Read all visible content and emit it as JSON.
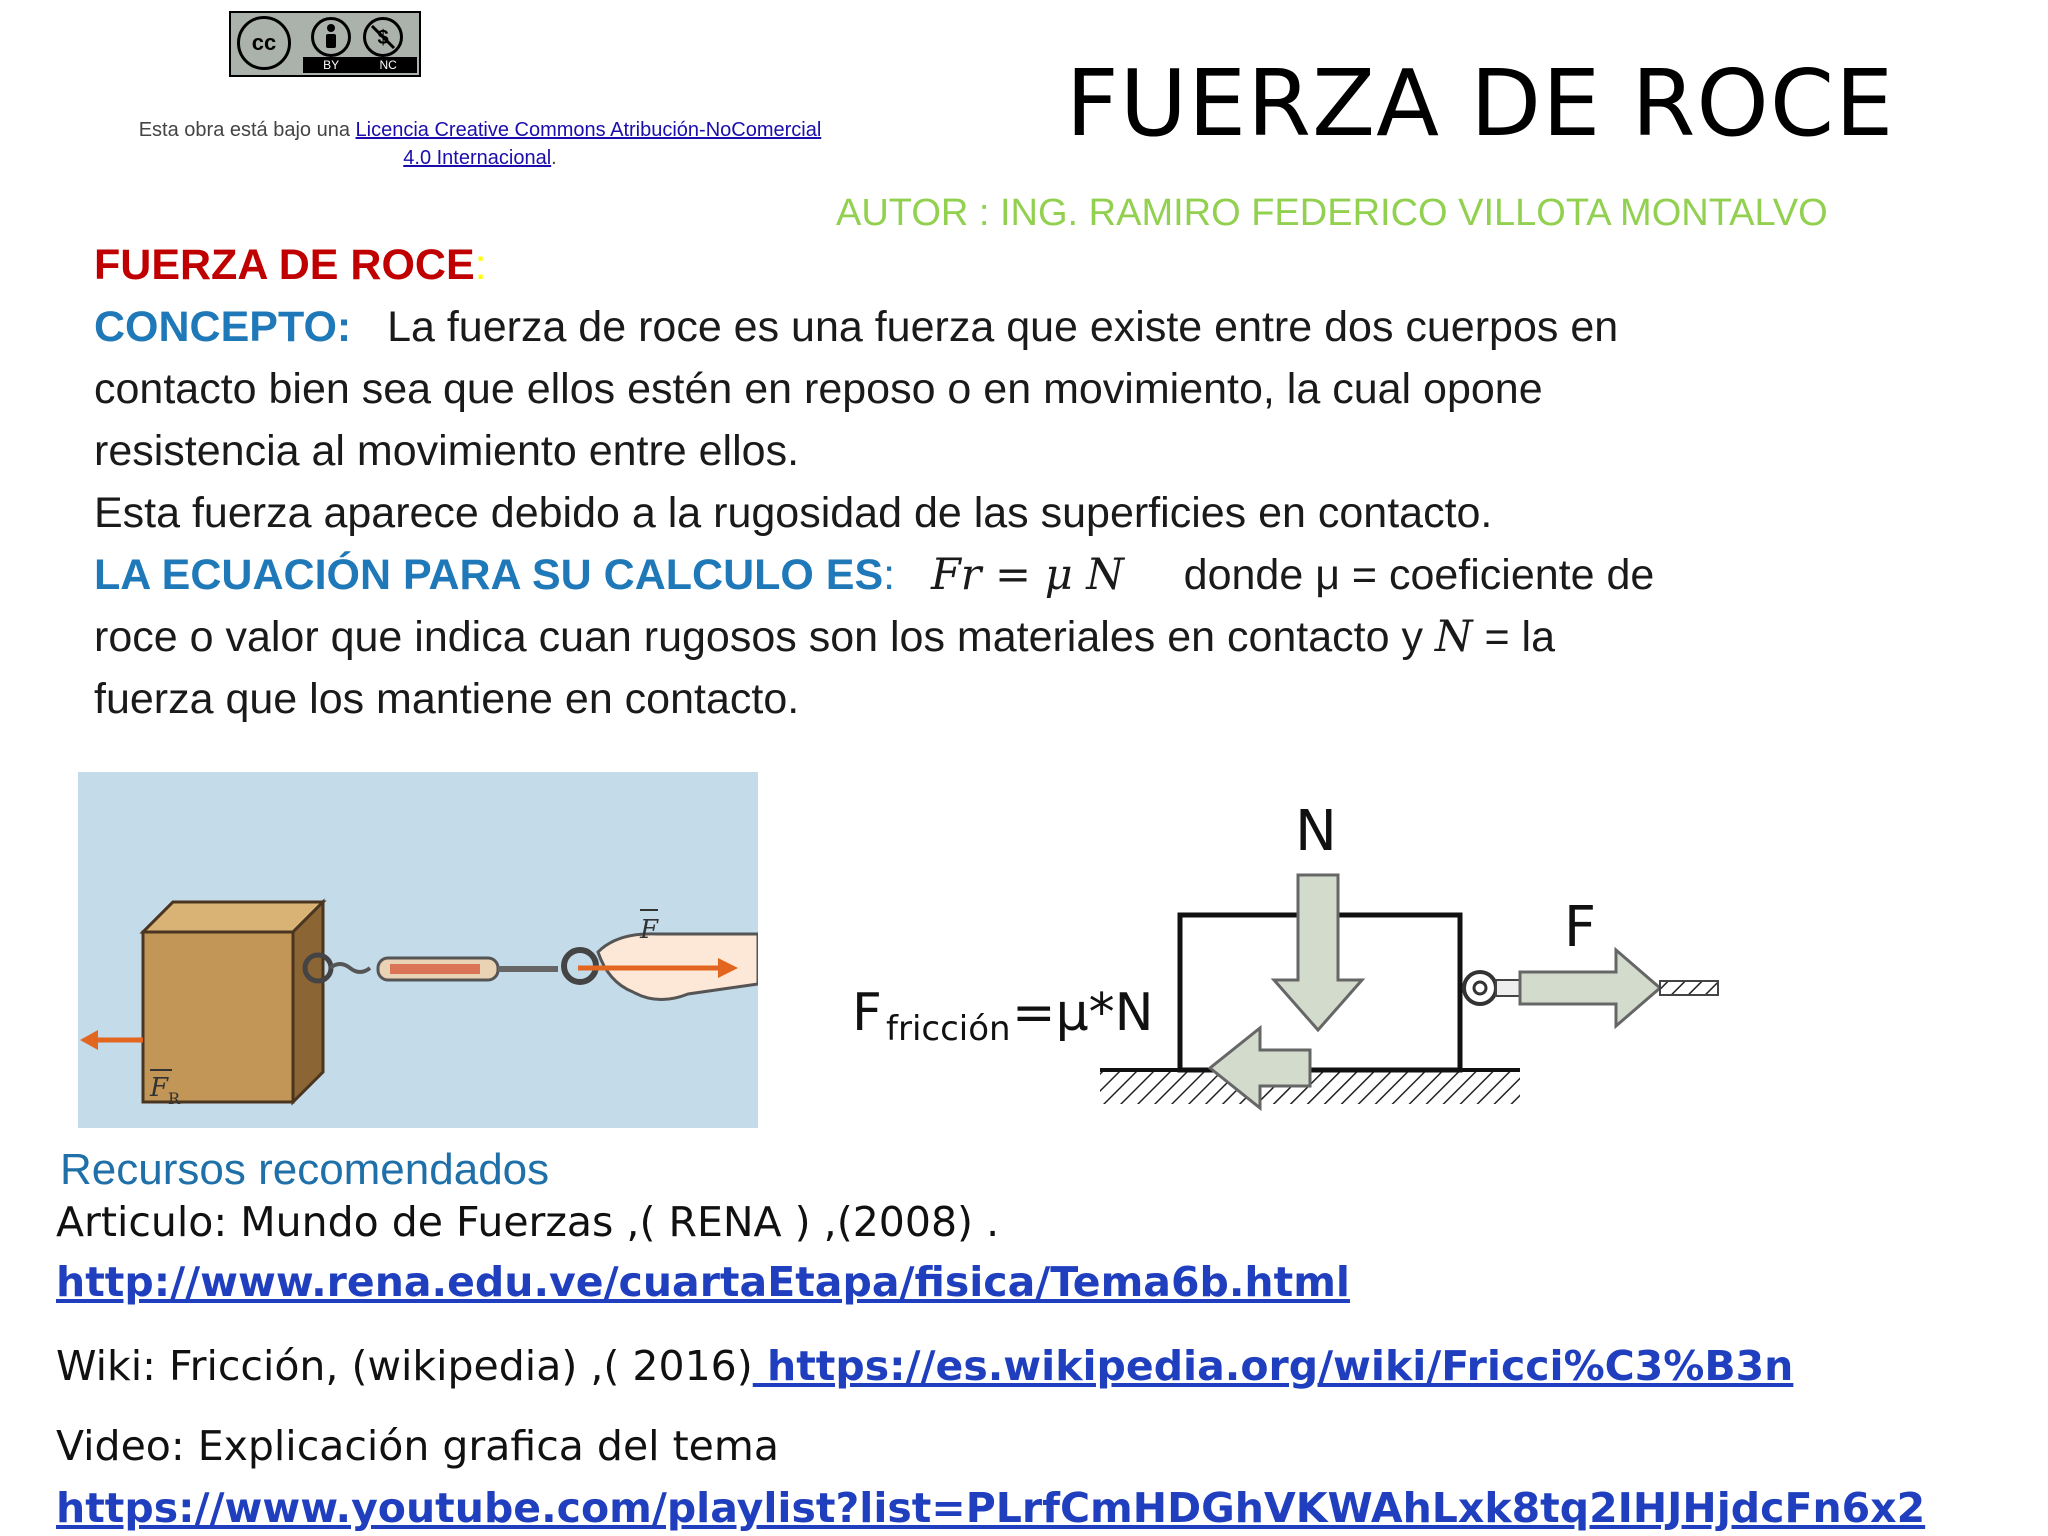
{
  "license": {
    "badge": {
      "cc": "cc",
      "by": "BY",
      "nc": "NC"
    },
    "prefix": "Esta obra está bajo una ",
    "link1": "Licencia Creative Commons Atribución-NoComercial",
    "link2": "4.0 Internacional",
    "suffix": "."
  },
  "title": "FUERZA DE ROCE",
  "author": "AUTOR : ING. RAMIRO FEDERICO VILLOTA MONTALVO",
  "content": {
    "heading": "FUERZA DE ROCE",
    "heading_colon": ":",
    "concept_label": "CONCEPTO:",
    "concept_l1": "La fuerza de roce es una fuerza que existe entre dos cuerpos en",
    "concept_l2": "contacto bien sea que ellos estén en reposo o en movimiento, la cual opone",
    "concept_l3": "resistencia al movimiento entre ellos.",
    "line4": "Esta fuerza  aparece debido a la rugosidad de las superficies en contacto.",
    "equation_label": "LA ECUACIÓN PARA SU CALCULO ES",
    "equation_colon": ":",
    "equation": "Fr = μ N",
    "eq_after": "donde μ = coeficiente de",
    "line6_a": "roce o valor que indica cuan rugosos son los materiales en contacto y ",
    "line6_n": "N",
    "line6_b": " = la",
    "line7": "fuerza que los mantiene en contacto."
  },
  "figure_photo": {
    "label_f": "F",
    "label_fr": "F",
    "label_fr_sub": "R"
  },
  "figure_diagram": {
    "label_n": "N",
    "label_f": "F",
    "formula_main": "F",
    "formula_sub": "fricción",
    "formula_rest": "=μ*N"
  },
  "resources": {
    "title": "Recursos recomendados",
    "ref1": "Articulo: Mundo de Fuerzas ,( RENA ) ,(2008) .",
    "link1": "http://www.rena.edu.ve/cuartaEtapa/fisica/Tema6b.html",
    "ref2": "Wiki: Fricción, (wikipedia) ,( 2016)",
    "link2": " https://es.wikipedia.org/wiki/Fricci%C3%B3n",
    "ref3": "Video: Explicación grafica del tema",
    "link3": "https://www.youtube.com/playlist?list=PLrfCmHDGhVKWAhLxk8tq2IHJHjdcFn6x2"
  },
  "colors": {
    "heading_red": "#c00000",
    "label_blue": "#1f78b8",
    "author_green": "#92d050",
    "link_blue": "#1f3fbf",
    "photo_bg": "#c4dbe9",
    "diagram_arrow": "#d3dccc"
  }
}
